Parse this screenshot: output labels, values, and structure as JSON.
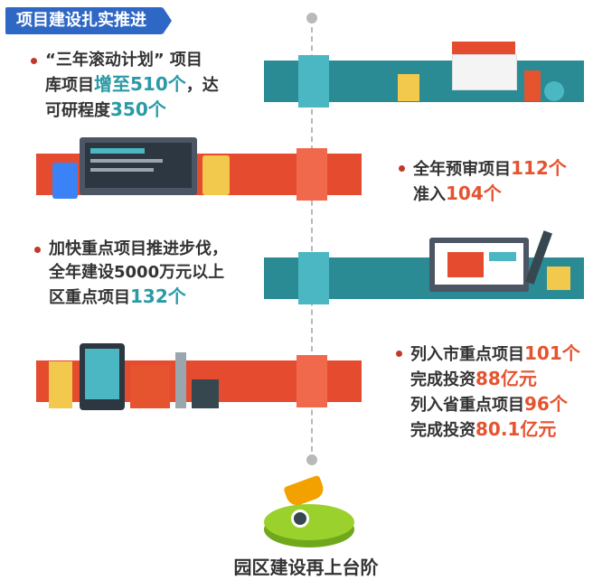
{
  "title": "项目建设扎实推进",
  "items": [
    {
      "lines": [
        [
          {
            "t": "“三年滚动计划” 项目",
            "c": "n"
          }
        ],
        [
          {
            "t": "库项目",
            "c": "n"
          },
          {
            "t": "增至510个",
            "c": "teal"
          },
          {
            "t": "，达",
            "c": "n"
          }
        ],
        [
          {
            "t": "可研程度",
            "c": "n"
          },
          {
            "t": "350个",
            "c": "teal"
          }
        ]
      ]
    },
    {
      "lines": [
        [
          {
            "t": "全年预审项目",
            "c": "n"
          },
          {
            "t": "112个",
            "c": "orange"
          }
        ],
        [
          {
            "t": "准入",
            "c": "n"
          },
          {
            "t": "104个",
            "c": "orange"
          }
        ]
      ]
    },
    {
      "lines": [
        [
          {
            "t": "加快重点项目推进步伐，",
            "c": "n"
          }
        ],
        [
          {
            "t": "全年建设5000万元以上",
            "c": "n"
          }
        ],
        [
          {
            "t": "区重点项目",
            "c": "n"
          },
          {
            "t": "132个",
            "c": "teal"
          }
        ]
      ]
    },
    {
      "lines": [
        [
          {
            "t": "列入市重点项目",
            "c": "n"
          },
          {
            "t": "101个",
            "c": "orange"
          }
        ],
        [
          {
            "t": "完成投资",
            "c": "n"
          },
          {
            "t": "88亿元",
            "c": "orange"
          }
        ],
        [
          {
            "t": "列入省重点项目",
            "c": "n"
          },
          {
            "t": "96个",
            "c": "orange"
          }
        ],
        [
          {
            "t": "完成投资",
            "c": "n"
          },
          {
            "t": "80.1亿元",
            "c": "orange"
          }
        ]
      ]
    }
  ],
  "footer": "园区建设再上台阶",
  "colors": {
    "teal": "#2a8b95",
    "teal_light": "#4ab7c2",
    "orange": "#e54c2f",
    "orange_light": "#f0694c",
    "title_bg": "#2f67c5"
  }
}
